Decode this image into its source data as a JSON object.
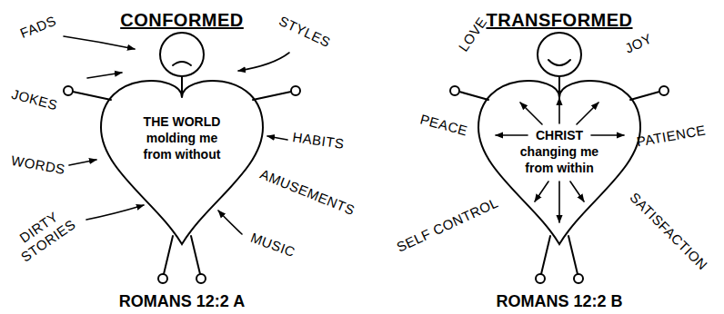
{
  "diagram": {
    "nodes": [
      {
        "text": [
          "THE WORLD molding me from without"
        ]
      },
      {
        "text": [
          "CHRIST changing me from within"
        ]
      }
    ],
    "labels": [
      "CONFORMED",
      "FADS",
      "STYLES",
      "JOKES",
      "HABITS",
      "WORDS",
      "AMUSEMENTS",
      "DIRTY STORIES",
      "MUSIC",
      "ROMANS 12:2 A",
      "TRANSFORMED",
      "LOVE",
      "JOY",
      "PEACE",
      "PATIENCE",
      "SELF CONTROL",
      "SATISFACTION",
      "ROMANS 12:2 B"
    ]
  }
}
